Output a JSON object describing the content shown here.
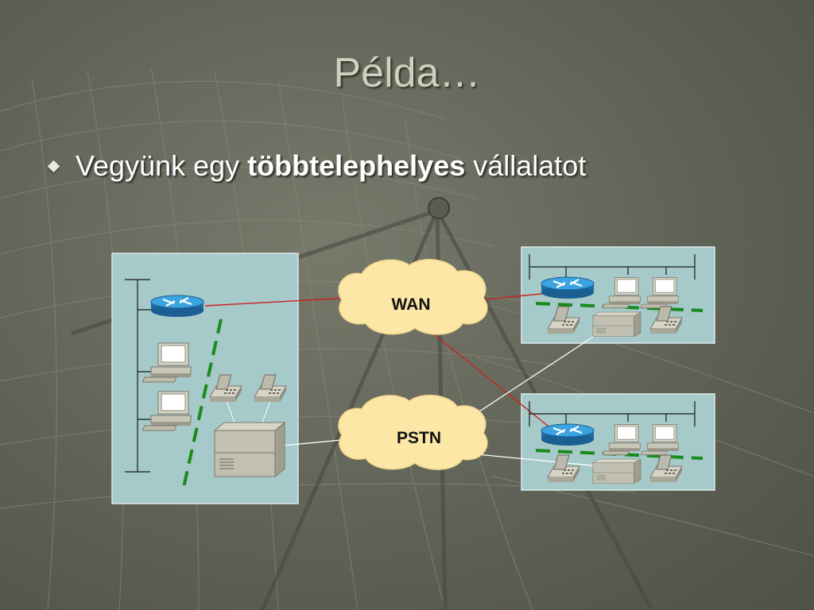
{
  "slide": {
    "title": "Példa…",
    "bullet": {
      "prefix": "Vegyünk egy ",
      "bold": "többtelephelyes",
      "suffix": " vállalatot"
    }
  },
  "diagram": {
    "clouds": {
      "wan": "WAN",
      "pstn": "PSTN"
    },
    "colors": {
      "site_fill": "#a6c9c9",
      "cloud_fill": "#fde7a6",
      "wan_link": "#cc2222",
      "pstn_link": "#ffffff",
      "vlan_dash": "#1a8a1a",
      "router": "#2a8fd0"
    },
    "icons": [
      "router-icon",
      "workstation-icon",
      "ip-phone-icon",
      "pbx-icon",
      "cloud-icon"
    ]
  }
}
